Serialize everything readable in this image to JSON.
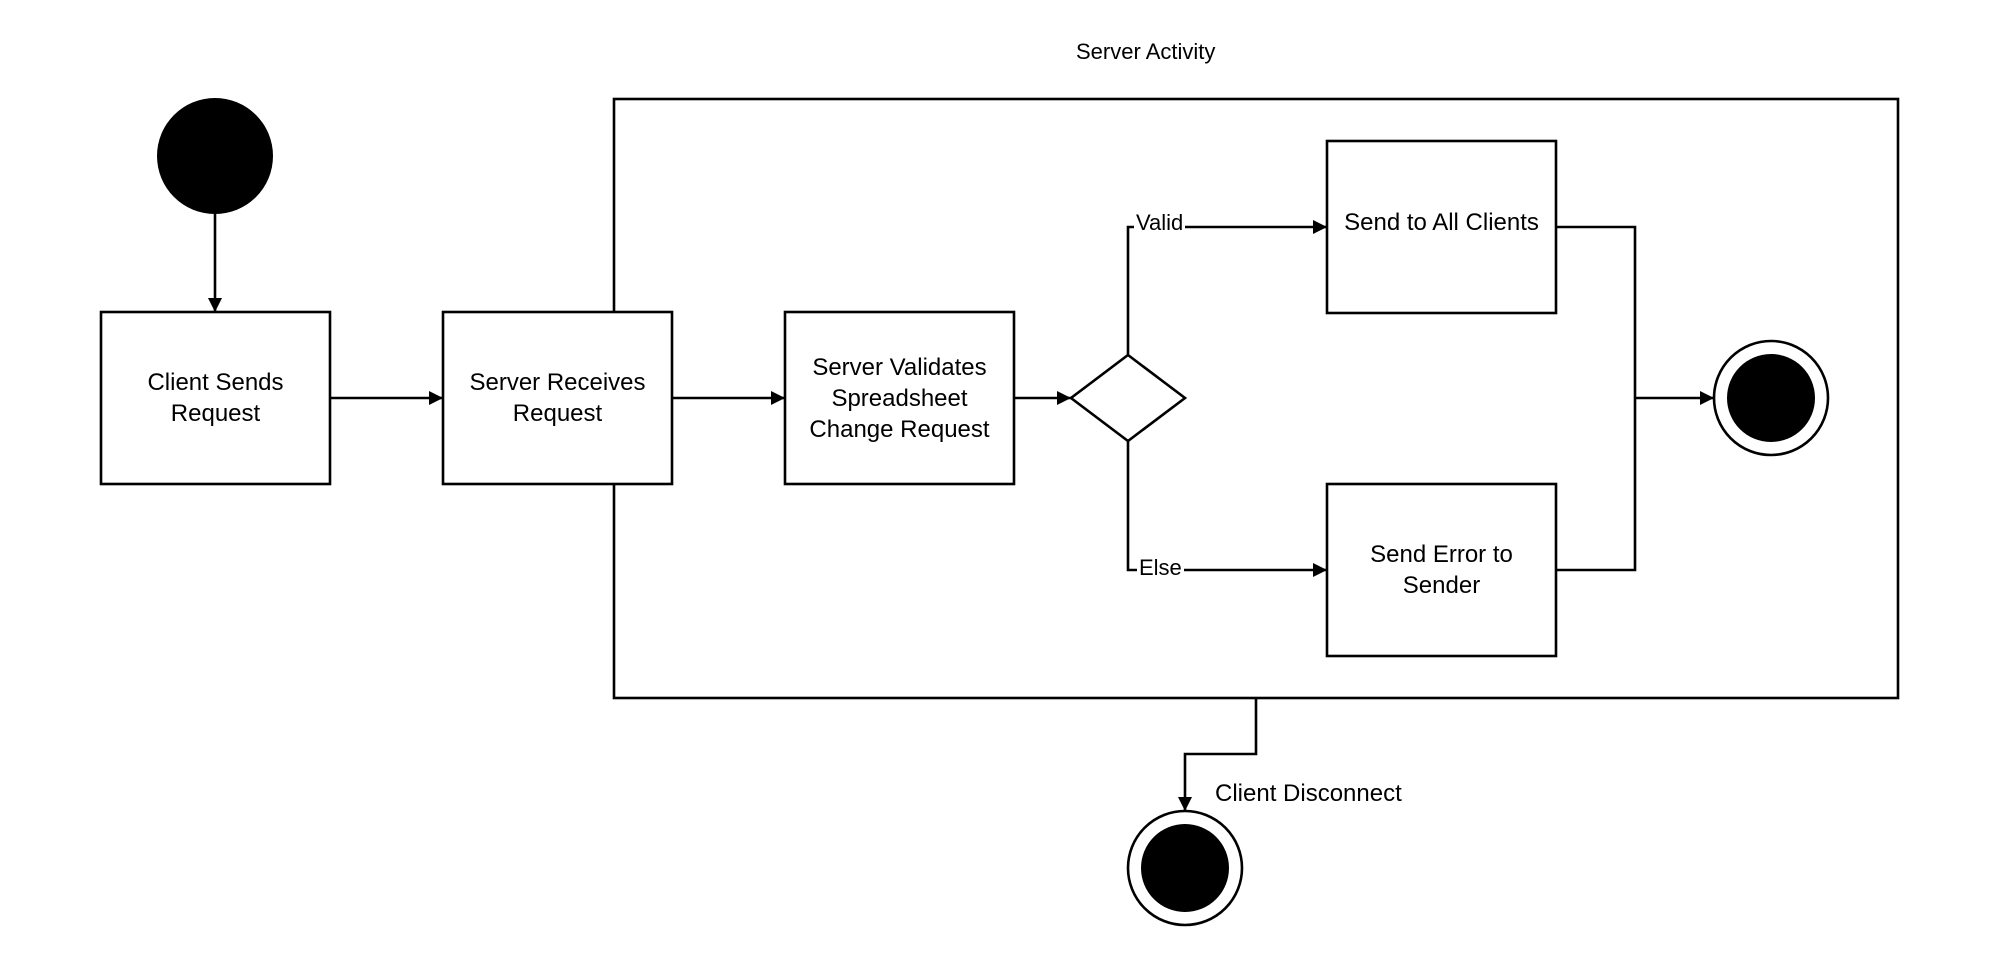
{
  "diagram": {
    "container_title": "Server Activity",
    "nodes": {
      "client_sends": [
        "Client Sends",
        "Request"
      ],
      "server_receives": [
        "Server Receives",
        "Request"
      ],
      "server_validates": [
        "Server Validates",
        "Spreadsheet",
        "Change Request"
      ],
      "send_all": [
        "Send to All Clients"
      ],
      "send_error": [
        "Send Error to",
        "Sender"
      ]
    },
    "edges": {
      "valid": "Valid",
      "else": "Else",
      "disconnect": "Client Disconnect"
    }
  },
  "colors": {
    "stroke": "#000000",
    "fill": "#ffffff",
    "node_fill": "#000000"
  }
}
